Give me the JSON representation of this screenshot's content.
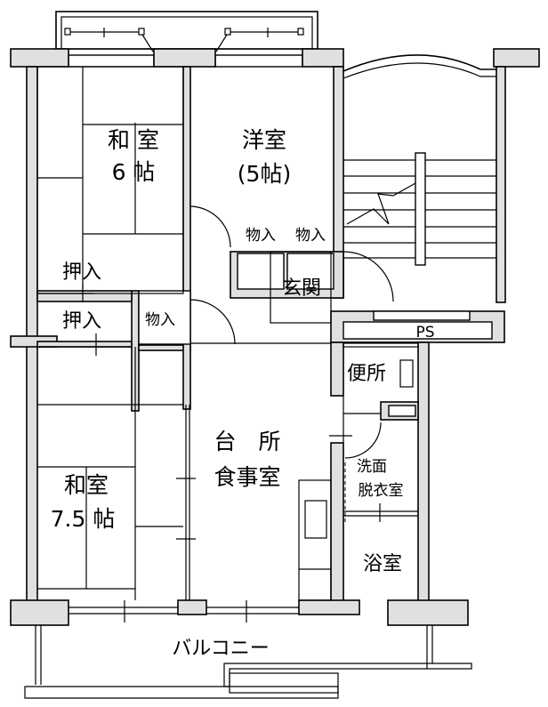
{
  "title": "Floor plan",
  "rooms": {
    "washitsu6": {
      "line1": "和 室",
      "line2": "6 帖"
    },
    "youshitsu": {
      "line1": "洋室",
      "line2": "(5帖)"
    },
    "closet_a": "物入",
    "closet_b": "物入",
    "closet_c": "物入",
    "oshiire_1": "押入",
    "oshiire_2": "押入",
    "genkan": "玄関",
    "ps": "PS",
    "toilet": "便所",
    "kitchen": {
      "line1": "台　所",
      "line2": "食事室"
    },
    "washroom": {
      "line1": "洗面",
      "line2": "脱衣室"
    },
    "washitsu75": {
      "line1": "和室",
      "line2": "7.5 帖"
    },
    "bath": "浴室",
    "balcony": "バルコニー"
  },
  "colors": {
    "wall": "#e0e0e0",
    "line": "#000000"
  }
}
